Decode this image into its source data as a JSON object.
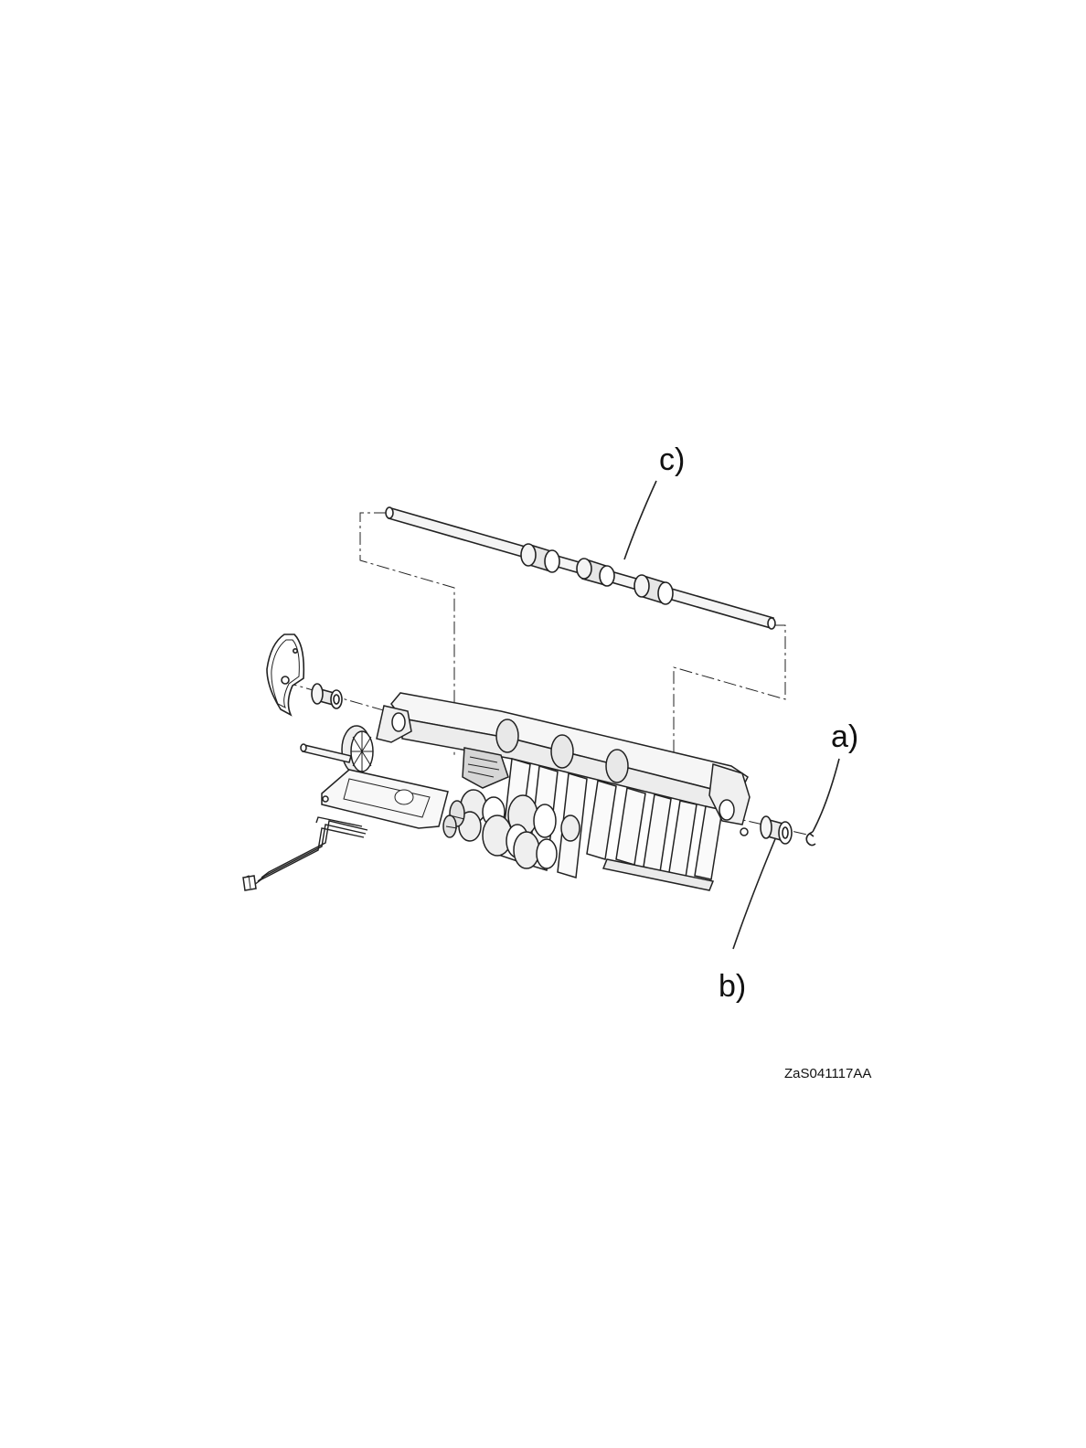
{
  "callouts": {
    "a": "a)",
    "b": "b)",
    "c": "c)"
  },
  "figure_code": "ZaS041117AA",
  "colors": {
    "line": "#222222",
    "background": "#ffffff",
    "part_fill": "#f2f2f2",
    "part_shade": "#d9d9d9"
  },
  "icons": [
    "exploded-parts-diagram"
  ]
}
